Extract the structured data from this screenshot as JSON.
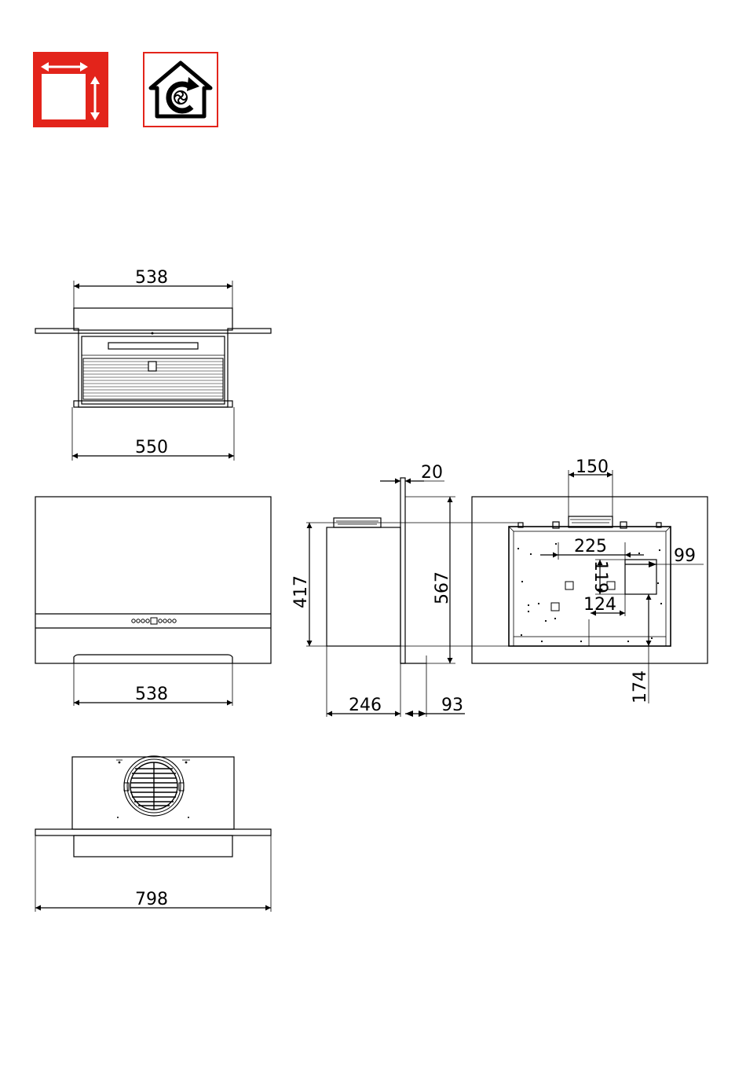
{
  "icons": {
    "dimensions": "dimensions-icon",
    "recirculation": "recirculation-house-icon",
    "accent_color": "#e3241b"
  },
  "dimensions": {
    "top_view_width": "538",
    "top_view_overall": "550",
    "front_view_width": "538",
    "bottom_view_overall": "798",
    "side_height_body": "417",
    "side_height_total": "567",
    "side_depth_body": "246",
    "side_depth_back": "93",
    "side_panel_thickness": "20",
    "rear_outlet_diameter": "150",
    "rear_offset_horizontal": "225",
    "rear_offset_right": "99",
    "rear_offset_vertical": "119",
    "rear_opening_width": "124",
    "rear_offset_bottom": "174"
  }
}
